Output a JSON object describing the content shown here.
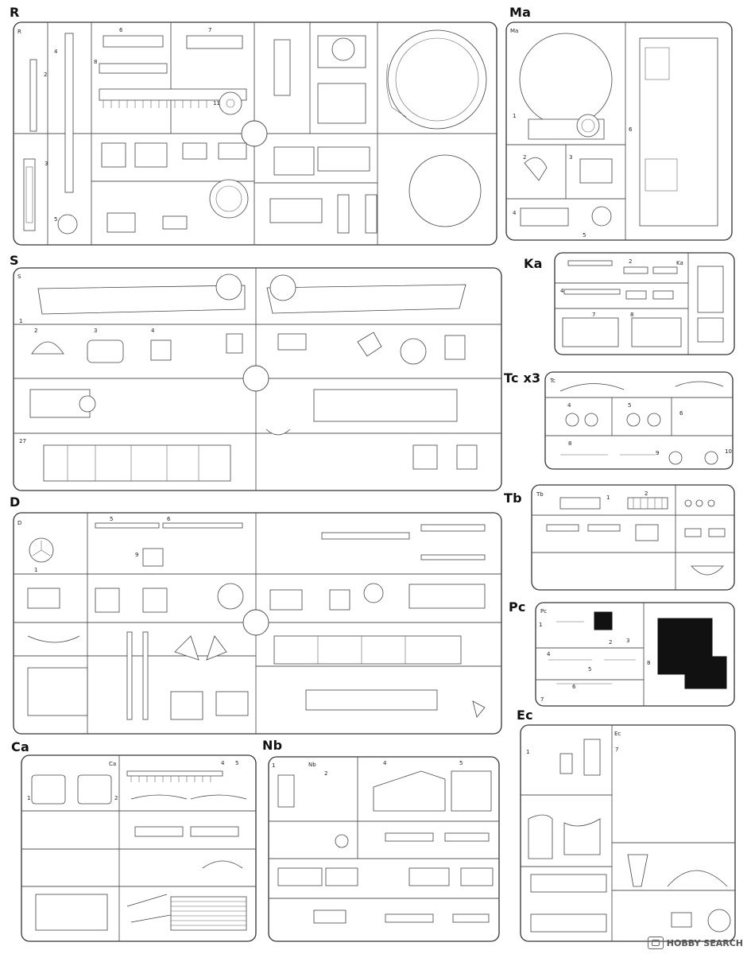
{
  "labels": {
    "R": "R",
    "Ma": "Ma",
    "S": "S",
    "Ka": "Ka",
    "Tc": "Tc x3",
    "Tb": "Tb",
    "D": "D",
    "Pc": "Pc",
    "Ec": "Ec",
    "Ca": "Ca",
    "Nb": "Nb"
  },
  "tags": {
    "R": "R",
    "Ma": "Ma",
    "S": "S",
    "Ka": "Ka",
    "Tc": "Tc",
    "Tb": "Tb",
    "D": "D",
    "Pc": "Pc",
    "Ec": "Ec",
    "Ca": "Ca",
    "Nb": "Nb"
  },
  "watermark": "HOBBY SEARCH"
}
